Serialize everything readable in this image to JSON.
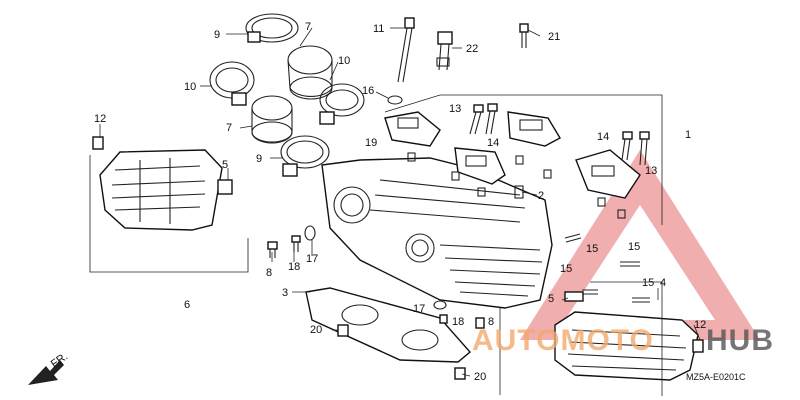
{
  "diagram": {
    "code": "MZ5A-E0201C",
    "front_label": "FR.",
    "callouts": [
      "1",
      "2",
      "3",
      "4",
      "5",
      "5",
      "6",
      "7",
      "7",
      "8",
      "8",
      "9",
      "9",
      "10",
      "10",
      "11",
      "12",
      "12",
      "13",
      "13",
      "14",
      "14",
      "15",
      "15",
      "15",
      "15",
      "16",
      "17",
      "17",
      "18",
      "18",
      "19",
      "20",
      "20",
      "21",
      "22"
    ]
  },
  "watermark": {
    "brand_left": "AUTOMOTO",
    "brand_right": "HUB",
    "color_orange": "#f2a96e",
    "color_red": "#d9534f",
    "color_grey": "#555555"
  }
}
